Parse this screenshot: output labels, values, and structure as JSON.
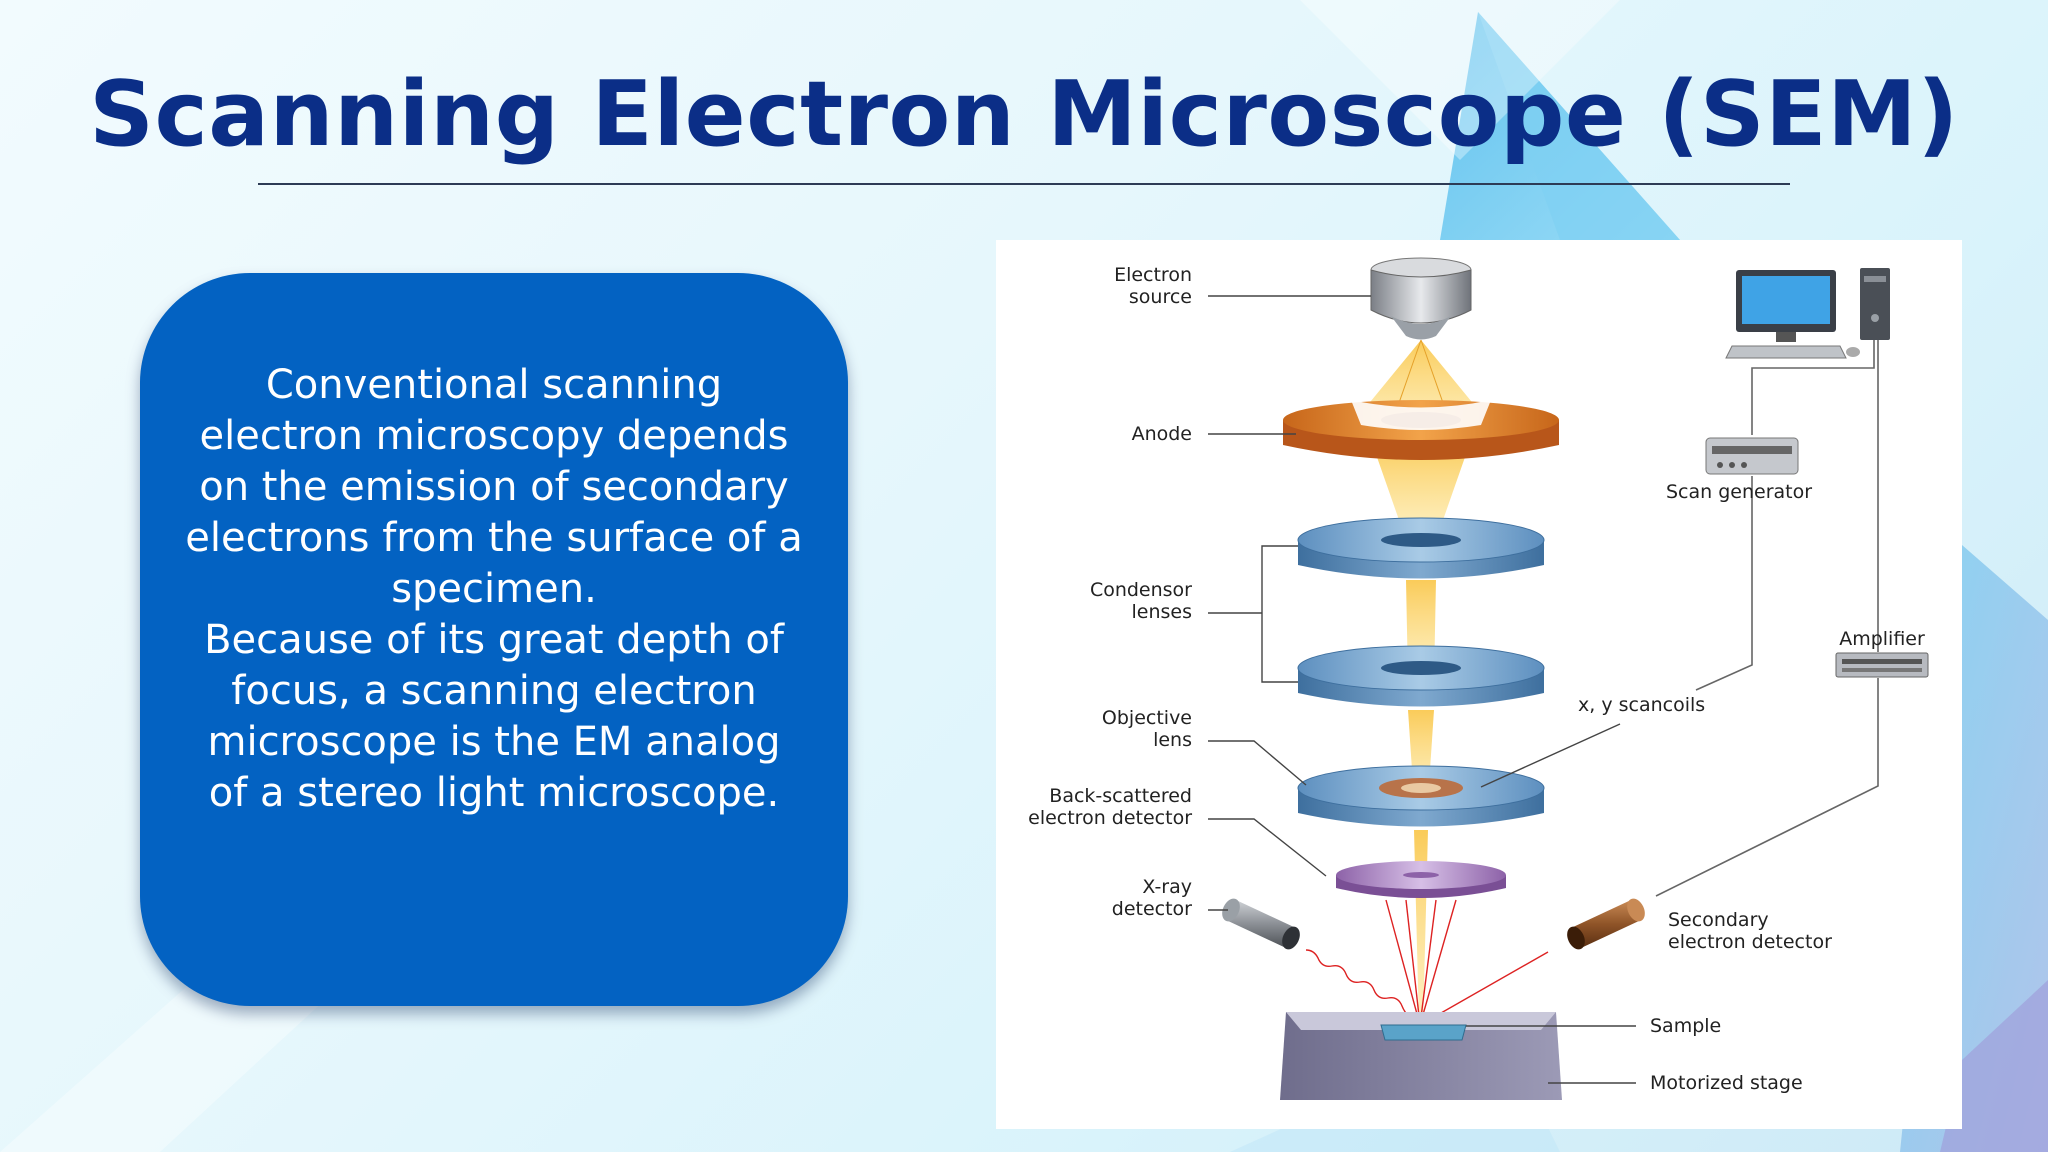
{
  "slide": {
    "title": "Scanning Electron Microscope (SEM)",
    "paragraphs": [
      "Conventional scanning electron microscopy depends on the emission of secondary electrons from the surface of a specimen.",
      "Because of its great depth of focus, a scanning electron microscope is the EM analog of a stereo light microscope."
    ],
    "colors": {
      "title": "#0b2e87",
      "panel": "#0362c2",
      "panel_text": "#ffffff"
    }
  },
  "diagram": {
    "labels": {
      "electron_source": [
        "Electron",
        "source"
      ],
      "anode": "Anode",
      "condensor_lenses": [
        "Condensor",
        "lenses"
      ],
      "objective_lens": [
        "Objective",
        "lens"
      ],
      "backscattered_detector": [
        "Back-scattered",
        "electron detector"
      ],
      "xray_detector": [
        "X-ray",
        "detector"
      ],
      "scan_generator": "Scan generator",
      "amplifier": "Amplifier",
      "scancoils": "x, y scancoils",
      "secondary_detector": [
        "Secondary",
        "electron detector"
      ],
      "sample": "Sample",
      "motorized_stage": "Motorized stage"
    },
    "icons": [
      "computer-icon",
      "scan-generator-box",
      "amplifier-box",
      "xray-detector-cylinder",
      "secondary-detector-cylinder"
    ]
  }
}
